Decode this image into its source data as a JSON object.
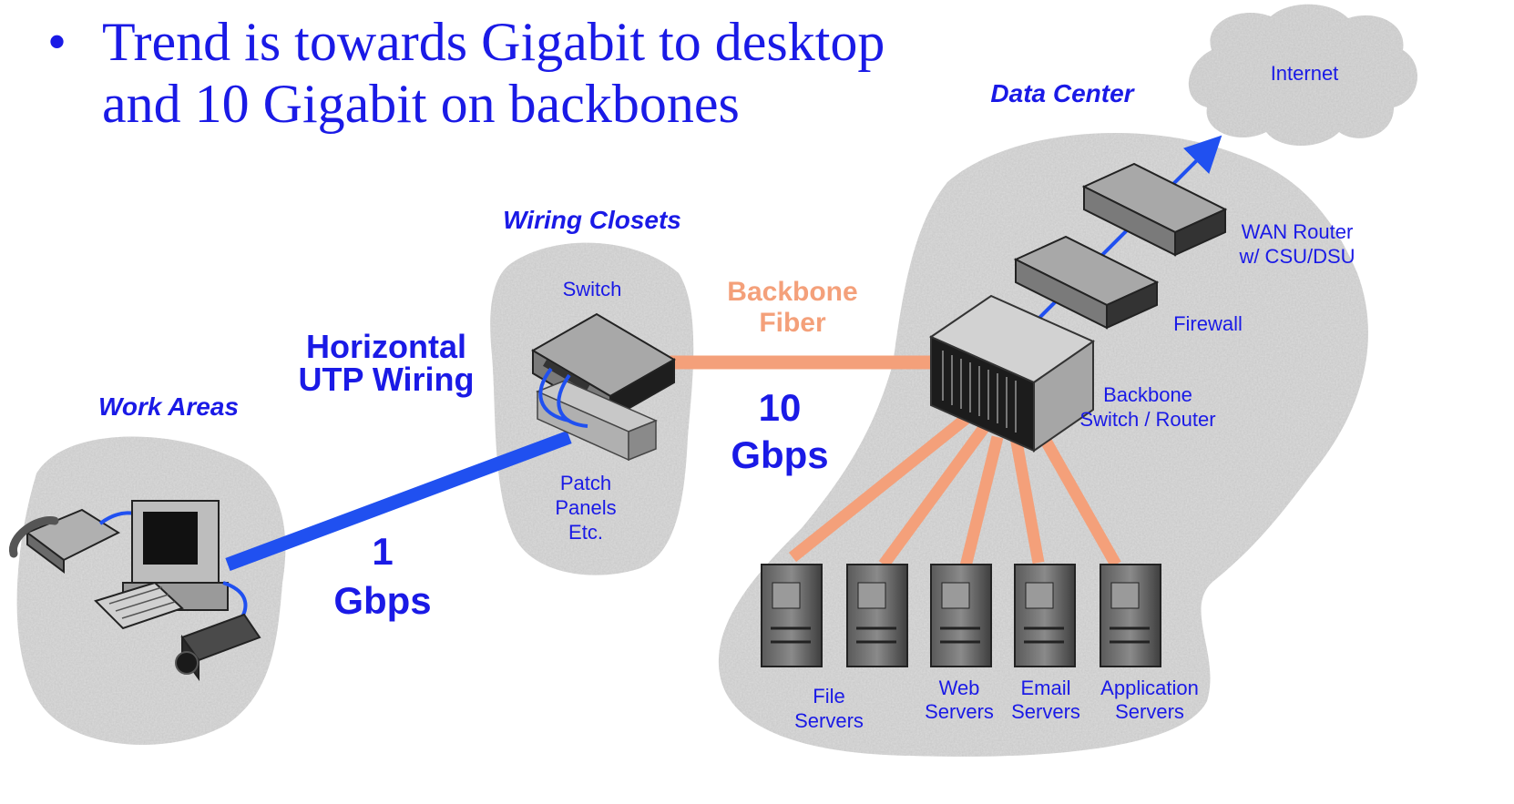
{
  "bullet": {
    "marker": "•",
    "line1": "Trend is towards Gigabit to desktop",
    "line2": "and 10 Gigabit on backbones"
  },
  "zones": {
    "work_areas": "Work Areas",
    "wiring_closets": "Wiring Closets",
    "data_center": "Data Center",
    "internet": "Internet"
  },
  "links": {
    "horizontal_line1": "Horizontal",
    "horizontal_line2": "UTP Wiring",
    "backbone_line1": "Backbone",
    "backbone_line2": "Fiber",
    "speed_1_line1": "1",
    "speed_1_line2": "Gbps",
    "speed_10_line1": "10",
    "speed_10_line2": "Gbps"
  },
  "devices": {
    "switch": "Switch",
    "patch_line1": "Patch",
    "patch_line2": "Panels",
    "patch_line3": "Etc.",
    "wan_line1": "WAN Router",
    "wan_line2": "w/ CSU/DSU",
    "firewall": "Firewall",
    "backbone_sw_line1": "Backbone",
    "backbone_sw_line2": "Switch / Router"
  },
  "servers": {
    "file_line1": "File",
    "file_line2": "Servers",
    "web_line1": "Web",
    "web_line2": "Servers",
    "email_line1": "Email",
    "email_line2": "Servers",
    "app_line1": "Application",
    "app_line2": "Servers"
  },
  "colors": {
    "text_blue": "#1a1ae6",
    "utp_blue": "#2050f0",
    "fiber_orange": "#f4a07a",
    "cloud_gray": "#d9d9d9"
  }
}
